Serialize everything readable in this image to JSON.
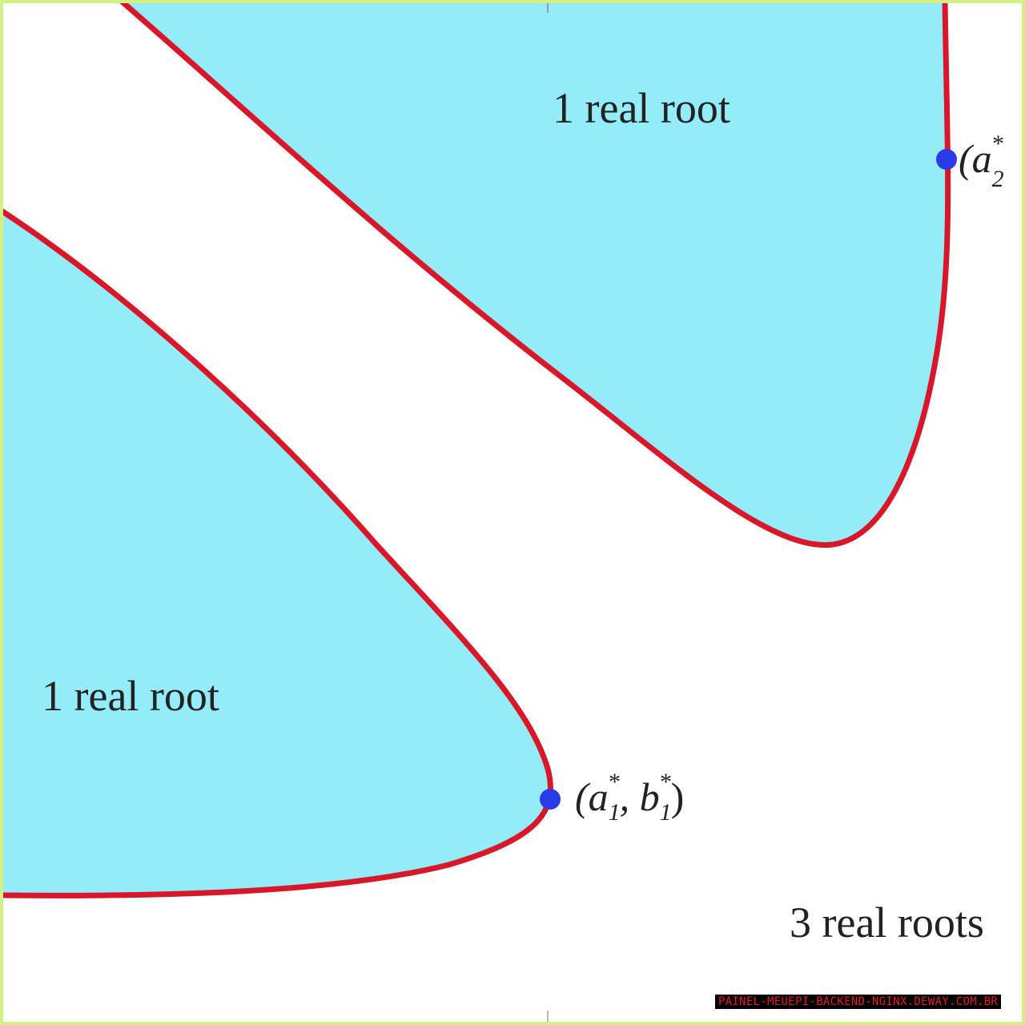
{
  "diagram": {
    "regions": [
      {
        "label": "1 real root",
        "color": "#94ecf8"
      },
      {
        "label": "1 real root",
        "color": "#94ecf8"
      },
      {
        "label": "3 real roots",
        "color": "#ffffff"
      }
    ],
    "boundary_color": "#d8182a",
    "point_color": "#2a3ae8",
    "points": [
      {
        "label": "(a",
        "sub": "2",
        "sup": "*"
      },
      {
        "label_a": "(a",
        "sub_a": "1",
        "sup_a": "*",
        "sep": ", b",
        "sub_b": "1",
        "sup_b": "*",
        "close": ")"
      }
    ]
  },
  "watermark": "PAINEL-MEUEPI-BACKEND-NGINX.DEWAY.COM.BR"
}
